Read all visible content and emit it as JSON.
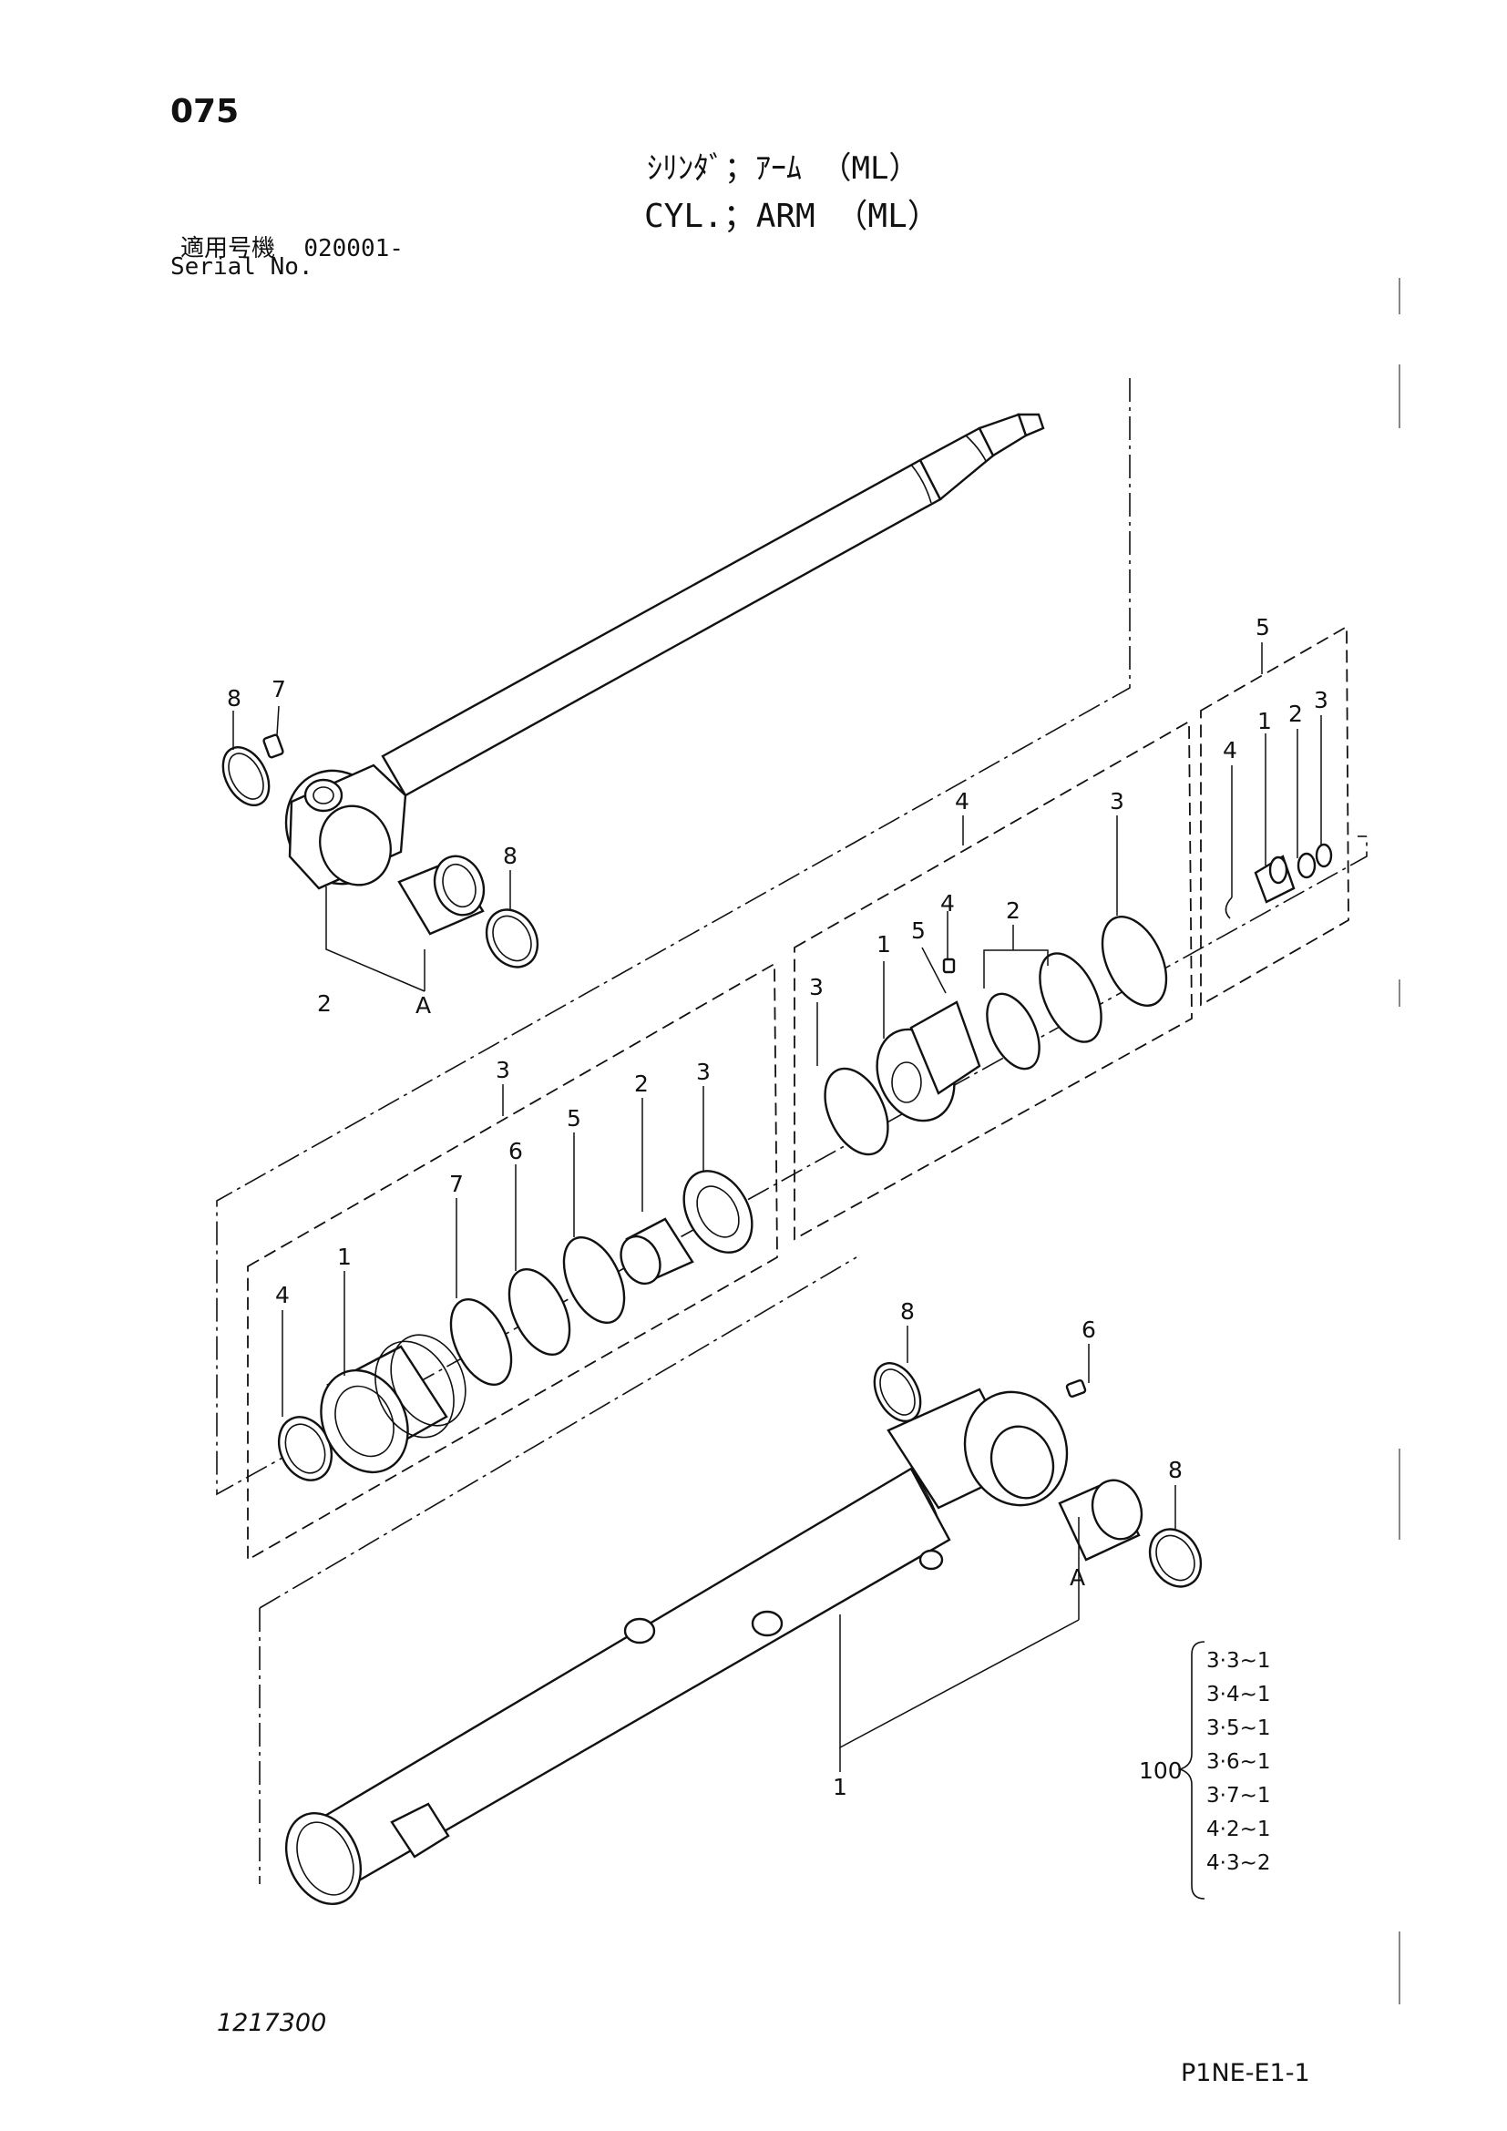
{
  "page_number": "075",
  "title_jp": "ｼﾘﾝﾀﾞ；ｱｰﾑ （ML）",
  "title_en": "CYL.；ARM （ML）",
  "serial_label_jp": "適用号機",
  "serial_value": "020001-",
  "serial_label_en": "Serial No.",
  "drawing_number": "1217300",
  "sheet_code": "P1NE-E1-1",
  "callouts": {
    "rod_pin_seal_top": "8",
    "rod_grease_nipple": "7",
    "rod_bushing_seal": "8",
    "rod_bushing_ref": "A",
    "rod_assembly": "2",
    "kit5": "5",
    "kit5_part1": "1",
    "kit5_part2": "2",
    "kit5_part3": "3",
    "kit5_part4": "4",
    "kit4": "4",
    "kit4_part1": "1",
    "kit4_part2": "2",
    "kit4_part3a": "3",
    "kit4_part3b": "3",
    "kit4_part4": "4",
    "kit4_part5": "5",
    "kit3": "3",
    "kit3_part1": "1",
    "kit3_part2": "2",
    "kit3_part3": "3",
    "kit3_part4": "4",
    "kit3_part5": "5",
    "kit3_part6": "6",
    "kit3_part7": "7",
    "tube_seal_top": "8",
    "tube_grease_nipple": "6",
    "tube_bushing_seal": "8",
    "tube_bushing_ref": "A",
    "tube_assembly": "1"
  },
  "seal_kit": {
    "number": "100",
    "items": [
      "3·3~1",
      "3·4~1",
      "3·5~1",
      "3·6~1",
      "3·7~1",
      "4·2~1",
      "4·3~2"
    ]
  }
}
